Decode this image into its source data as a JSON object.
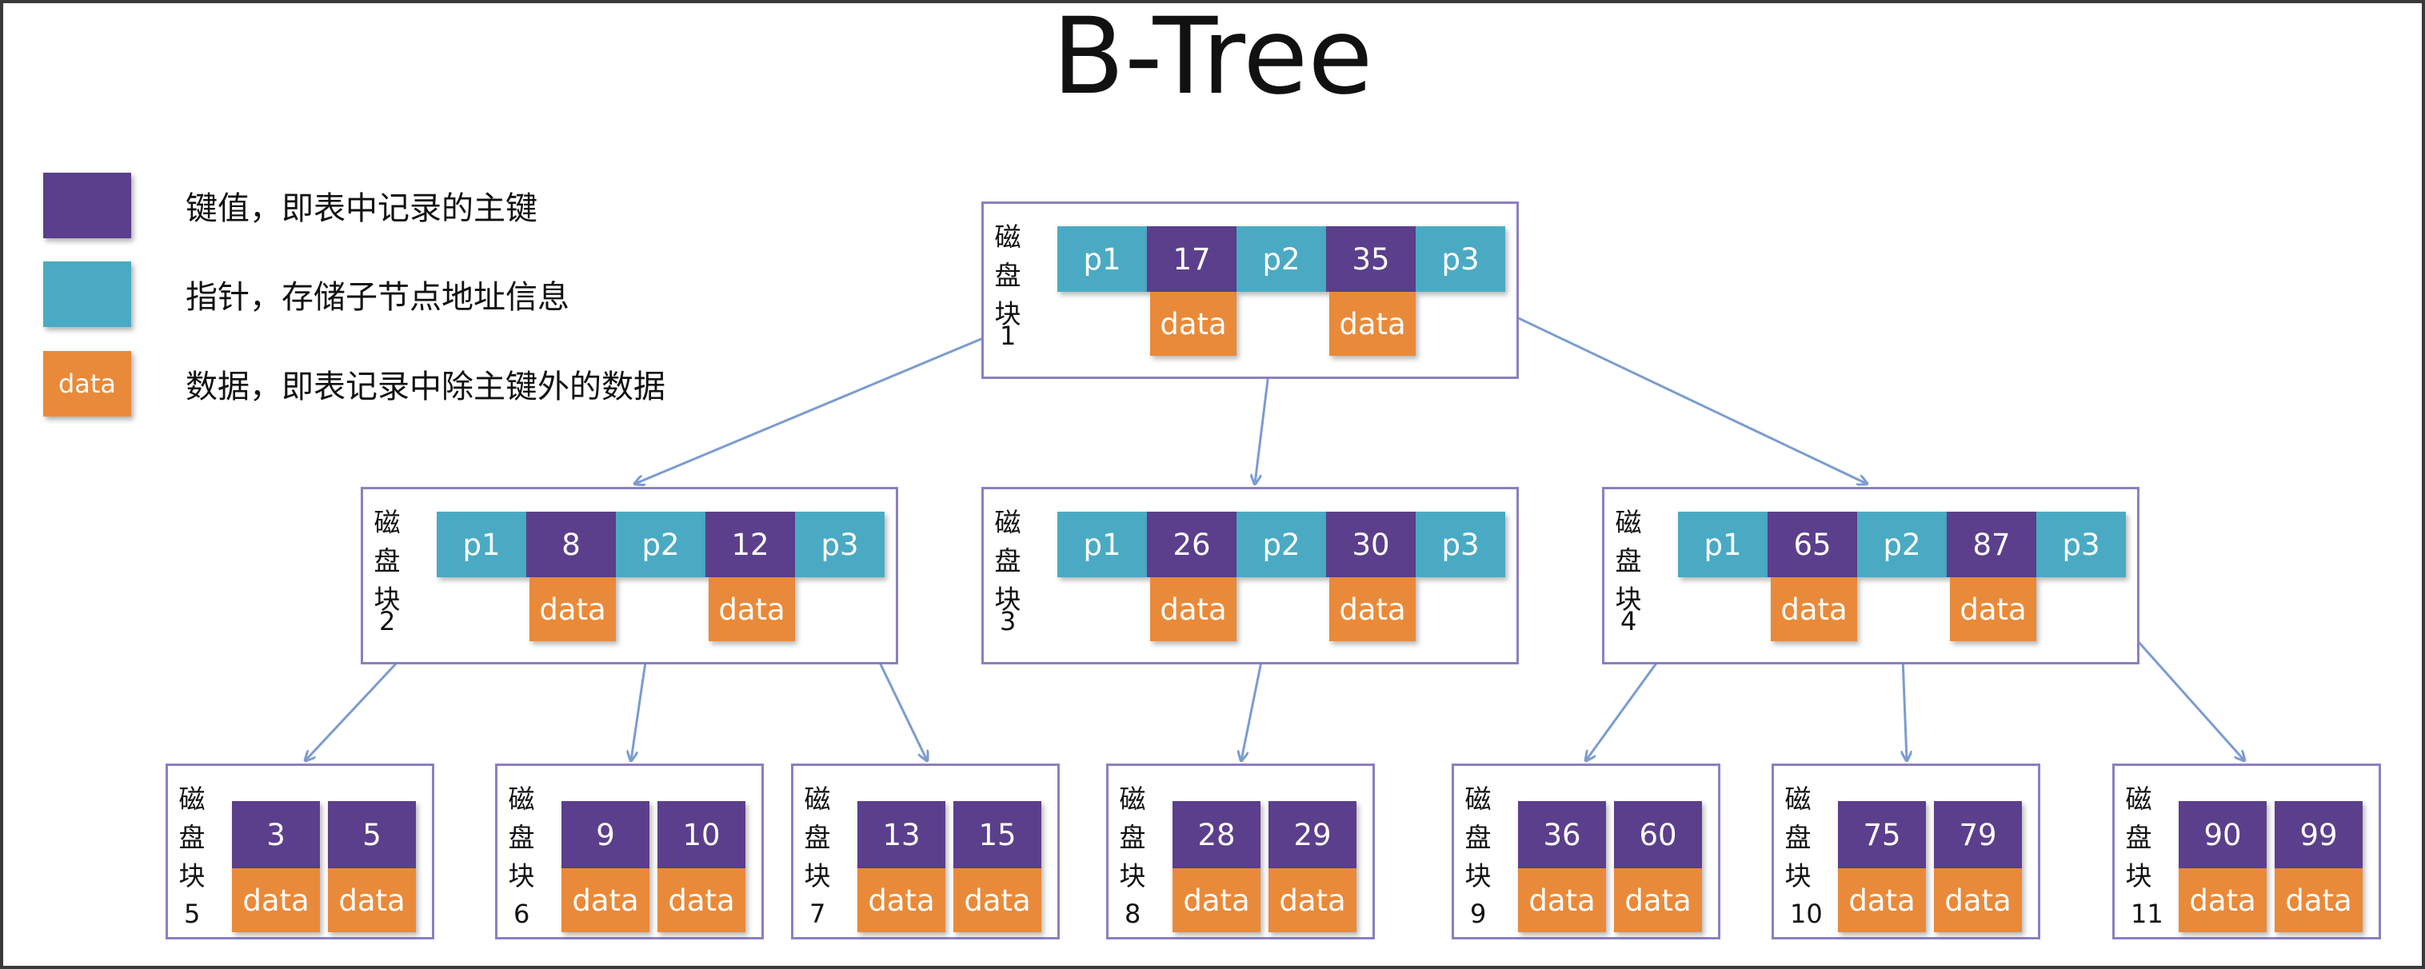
{
  "title": "B-Tree",
  "colors": {
    "pointer": "#4aaac4",
    "key": "#5b3f8c",
    "data": "#e98a3a",
    "edge": "#7b9ccf",
    "node_border": "#8d7fbf"
  },
  "legend": [
    {
      "kind": "key",
      "swatch_text": "",
      "text": "键值，即表中记录的主键"
    },
    {
      "kind": "pointer",
      "swatch_text": "",
      "text": "指针，存储子节点地址信息"
    },
    {
      "kind": "data",
      "swatch_text": "data",
      "text": "数据，即表记录中除主键外的数据"
    }
  ],
  "block_label": "磁盘块",
  "data_label": "data",
  "internal_nodes": [
    {
      "num": "1",
      "p1": "p1",
      "p2": "p2",
      "p3": "p3",
      "k1": "17",
      "k2": "35"
    },
    {
      "num": "2",
      "p1": "p1",
      "p2": "p2",
      "p3": "p3",
      "k1": "8",
      "k2": "12"
    },
    {
      "num": "3",
      "p1": "p1",
      "p2": "p2",
      "p3": "p3",
      "k1": "26",
      "k2": "30"
    },
    {
      "num": "4",
      "p1": "p1",
      "p2": "p2",
      "p3": "p3",
      "k1": "65",
      "k2": "87"
    }
  ],
  "leaf_nodes": [
    {
      "num": "5",
      "k1": "3",
      "k2": "5"
    },
    {
      "num": "6",
      "k1": "9",
      "k2": "10"
    },
    {
      "num": "7",
      "k1": "13",
      "k2": "15"
    },
    {
      "num": "8",
      "k1": "28",
      "k2": "29"
    },
    {
      "num": "9",
      "k1": "36",
      "k2": "60"
    },
    {
      "num": "10",
      "k1": "75",
      "k2": "79"
    },
    {
      "num": "11",
      "k1": "90",
      "k2": "99"
    }
  ]
}
